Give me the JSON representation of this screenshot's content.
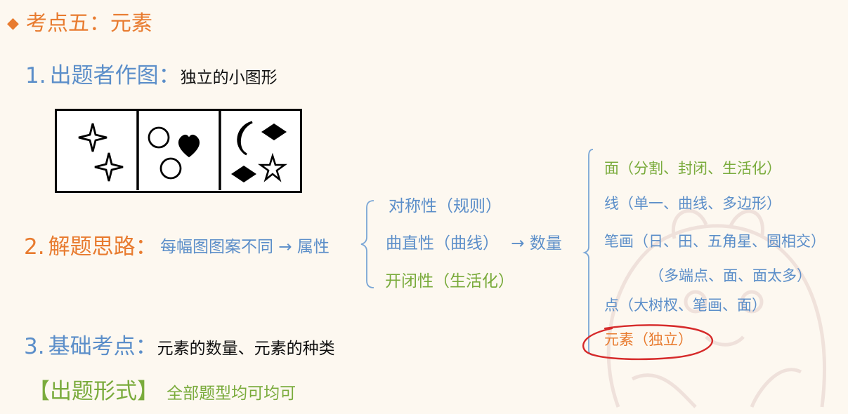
{
  "title": {
    "marker": "◆",
    "text": "考点五：元素"
  },
  "section1": {
    "number": "1.",
    "label": "出题者作图：",
    "text": "独立的小图形"
  },
  "figures": {
    "panels": [
      {
        "shapes": [
          "four-point-star",
          "four-point-star"
        ]
      },
      {
        "shapes": [
          "circle",
          "heart",
          "circle"
        ]
      },
      {
        "shapes": [
          "crescent-moon",
          "filled-diamond",
          "filled-diamond",
          "outline-star"
        ]
      }
    ]
  },
  "section2": {
    "number": "2.",
    "label": "解题思路：",
    "flow_text": "每幅图图案不同",
    "arrow": "→",
    "attribute": "属性",
    "attributes": [
      {
        "label": "对称性（规则）"
      },
      {
        "label": "曲直性（曲线）",
        "arrow": "→",
        "next": "数量"
      },
      {
        "label": "开闭性（生活化）"
      }
    ],
    "quantity_items": [
      {
        "label": "面（分割、封闭、生活化）"
      },
      {
        "label": "线（单一、曲线、多边形）"
      },
      {
        "label": "笔画（日、田、五角星、圆相交）",
        "continuation": "（多端点、面、面太多）"
      },
      {
        "label": "点（大树杈、笔画、面）"
      },
      {
        "label": "元素（独立）",
        "highlighted": true
      }
    ]
  },
  "section3": {
    "number": "3.",
    "label": "基础考点：",
    "text": "元素的数量、元素的种类"
  },
  "form": {
    "label": "【出题形式】",
    "text": "全部题型均可均可"
  },
  "colors": {
    "orange": "#e87b2f",
    "blue": "#5b8ec9",
    "green": "#7aab3c",
    "highlight_circle": "#d62a2a",
    "background": "#fdf8f0"
  }
}
